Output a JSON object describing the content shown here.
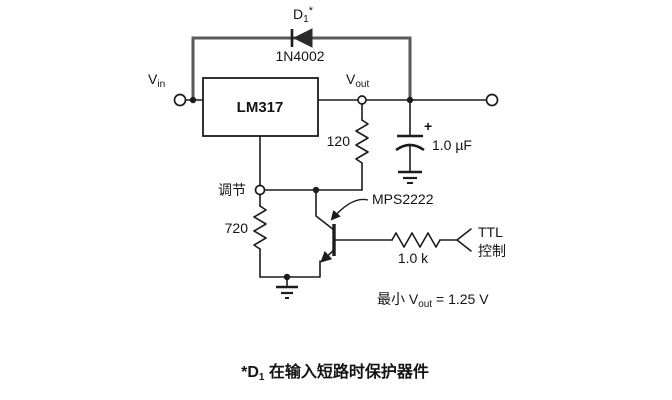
{
  "schematic": {
    "input": {
      "label_main": "V",
      "label_sub": "in"
    },
    "output": {
      "label_main": "V",
      "label_sub": "out"
    },
    "regulator": {
      "part": "LM317"
    },
    "diode": {
      "ref_main": "D",
      "ref_sub": "1",
      "ref_superscript": "*",
      "part": "1N4002"
    },
    "adjust_pin": {
      "label": "调节"
    },
    "resistor_feedback": {
      "value": "120"
    },
    "resistor_adjust": {
      "value": "720"
    },
    "resistor_base": {
      "value": "1.0 k"
    },
    "capacitor_output": {
      "polarity": "+",
      "value": "1.0 µF"
    },
    "transistor": {
      "part": "MPS2222"
    },
    "ttl_input": {
      "label_line1": "TTL",
      "label_line2": "控制"
    },
    "min_output_note": {
      "prefix": "最小 V",
      "sub": "out",
      "suffix": " = 1.25 V"
    },
    "caption": {
      "prefix": "*D",
      "sub": "1",
      "text": " 在输入短路时保护器件"
    }
  },
  "colors": {
    "wire_color": "#1c1c1c",
    "rail_color": "#5a5a5a",
    "text_color": "#141414",
    "bg_color": "#ffffff",
    "diode_color": "#2a2a2a"
  }
}
